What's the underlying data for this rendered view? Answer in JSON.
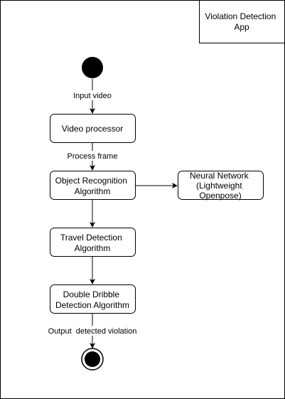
{
  "colors": {
    "stroke": "#000000",
    "fill": "#ffffff",
    "text": "#000000"
  },
  "title": {
    "lines": [
      "Violation Detection",
      "App"
    ]
  },
  "nodes": {
    "video_processor": {
      "lines": [
        "Video processor"
      ]
    },
    "object_recognition": {
      "lines": [
        "Object Recognition",
        "Algorithm"
      ]
    },
    "neural_network": {
      "lines": [
        "Neural Network",
        "(Lightweight",
        "Openpose)"
      ]
    },
    "travel_detection": {
      "lines": [
        "Travel Detection",
        "Algorithm"
      ]
    },
    "double_dribble": {
      "lines": [
        "Double Dribble",
        "Detection Algorithm"
      ]
    }
  },
  "edges": {
    "input_video": "Input video",
    "process_frame": "Process frame",
    "output_detected": "Output  detected violation"
  }
}
